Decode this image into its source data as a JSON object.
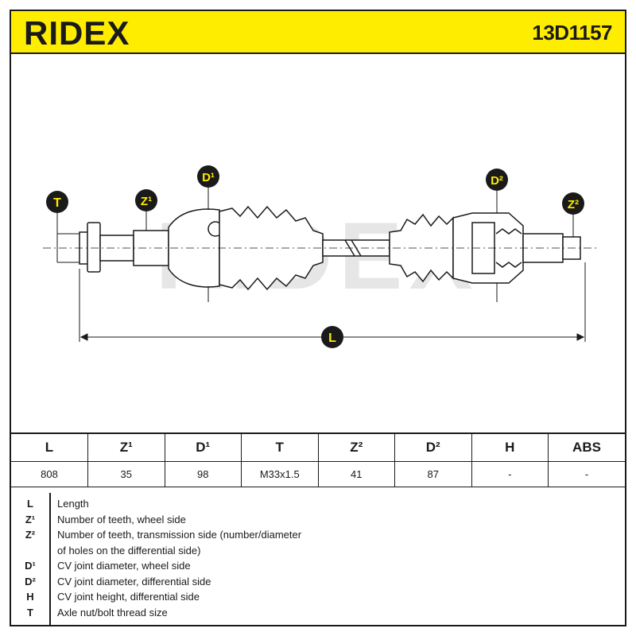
{
  "header": {
    "brand": "RIDEX",
    "part_number": "13D1157"
  },
  "diagram": {
    "watermark": "RIDEX",
    "callouts": {
      "T": "T",
      "Z1": "Z¹",
      "D1": "D¹",
      "D2": "D²",
      "Z2": "Z²",
      "L": "L"
    }
  },
  "spec_table": {
    "headers": [
      "L",
      "Z¹",
      "D¹",
      "T",
      "Z²",
      "D²",
      "H",
      "ABS"
    ],
    "values": [
      "808",
      "35",
      "98",
      "M33x1.5",
      "41",
      "87",
      "-",
      "-"
    ]
  },
  "legend": [
    {
      "symbol": "L",
      "text": "Length"
    },
    {
      "symbol": "Z¹",
      "text": "Number of teeth, wheel side"
    },
    {
      "symbol": "Z²",
      "text": "Number of teeth, transmission side (number/diameter"
    },
    {
      "symbol": "",
      "text": "of holes on the differential side)"
    },
    {
      "symbol": "D¹",
      "text": "CV joint diameter, wheel side"
    },
    {
      "symbol": "D²",
      "text": "CV joint diameter, differential side"
    },
    {
      "symbol": "H",
      "text": "CV joint height, differential side"
    },
    {
      "symbol": "T",
      "text": "Axle nut/bolt thread size"
    }
  ],
  "colors": {
    "header_background": "#ffed00",
    "ink": "#1a1a1a",
    "watermark": "#e6e6e6",
    "callout_fill": "#ffed00"
  }
}
